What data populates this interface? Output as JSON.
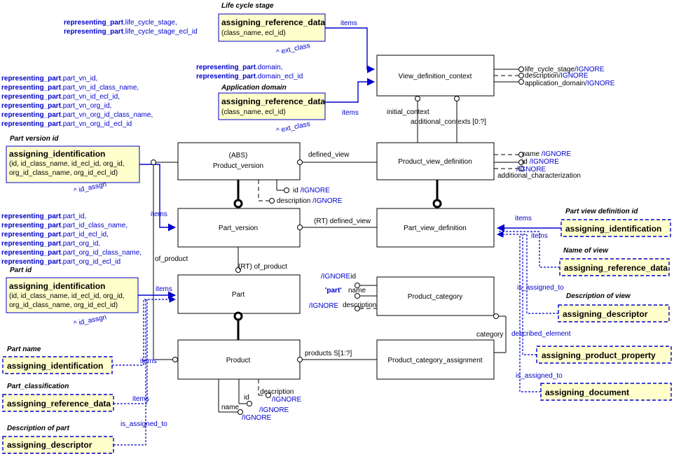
{
  "entities": {
    "view_definition_context": "View_definition_context",
    "product_version_abs": "(ABS)",
    "product_version": "Product_version",
    "product_view_definition": "Product_view_definition",
    "part_version": "Part_version",
    "part_view_definition": "Part_view_definition",
    "part": "Part",
    "product_category": "Product_category",
    "product": "Product",
    "product_category_assignment": "Product_category_assignment"
  },
  "templates": {
    "lcs": {
      "title": "assigning_reference_data",
      "params": "(class_name, ecl_id)",
      "label": "Life cycle stage"
    },
    "appdom": {
      "title": "assigning_reference_data",
      "params": "(class_name, ecl_id)",
      "label": "Application domain"
    },
    "pvid": {
      "title": "assigning_identification",
      "params1": "(id, id_class_name, id_ecl_id, org_id,",
      "params2": "org_id_class_name, org_id_ecl_id)",
      "label": "Part version id"
    },
    "pid": {
      "title": "assigning_identification",
      "params1": "(id, id_class_name, id_ecl_id, org_id,",
      "params2": "org_id_class_name, org_id_ecl_id)",
      "label": "Part id"
    },
    "pname": {
      "title": "assigning_identification",
      "label": "Part name"
    },
    "pclass": {
      "title": "assigning_reference_data",
      "label": "Part_classification"
    },
    "pdesc": {
      "title": "assigning_descriptor",
      "label": "Description of part"
    },
    "pvdid": {
      "title": "assigning_identification",
      "label": "Part view definition id"
    },
    "vname": {
      "title": "assigning_reference_data",
      "label": "Name of view"
    },
    "vdesc": {
      "title": "assigning_descriptor",
      "label": "Description of view"
    },
    "vprop": {
      "title": "assigning_product_property"
    },
    "vdoc": {
      "title": "assigning_document"
    }
  },
  "rep_lcs": [
    {
      "bold": "representing_part",
      "rest": ".life_cycle_stage,"
    },
    {
      "bold": "representing_part",
      "rest": ".life_cycle_stage_ecl_id"
    }
  ],
  "rep_dom": [
    {
      "bold": "representing_part",
      "rest": ".domain,"
    },
    {
      "bold": "representing_part",
      "rest": ".domain_ecl_id"
    }
  ],
  "rep_pv": [
    {
      "bold": "representing_part",
      "rest": ".part_vn_id,"
    },
    {
      "bold": "representing_part",
      "rest": ".part_vn_id_class_name,"
    },
    {
      "bold": "representing_part",
      "rest": ".part_vn_id_ecl_id,"
    },
    {
      "bold": "representing_part",
      "rest": ".part_vn_org_id,"
    },
    {
      "bold": "representing_part",
      "rest": ".part_vn_org_id_class_name,"
    },
    {
      "bold": "representing_part",
      "rest": ".part_vn_org_id_ecl_id"
    }
  ],
  "rep_p": [
    {
      "bold": "representing_part",
      "rest": ".part_id,"
    },
    {
      "bold": "representing_part",
      "rest": ".part_id_class_name,"
    },
    {
      "bold": "representing_part",
      "rest": ".part_id_ecl_id,"
    },
    {
      "bold": "representing_part",
      "rest": ".part_org_id,"
    },
    {
      "bold": "representing_part",
      "rest": ".part_org_id_class_name,"
    },
    {
      "bold": "representing_part",
      "rest": ".part_org_id_ecl_id"
    }
  ],
  "labels": {
    "items": "items",
    "ext_class": "^ ext_class",
    "id_assgn": "^ id_assgn",
    "life_cycle_stage": "life_cycle_stage",
    "description": "description",
    "application_domain": "application_domain",
    "ignore": "/IGNORE",
    "ignore_pre": "/IGNORE",
    "initial_context": "initial_context",
    "additional_contexts": "additional_contexts [0:?]",
    "defined_view": "defined_view",
    "rt_defined_view": "(RT) defined_view",
    "name": "name",
    "id": "id",
    "additional_characterization": "additional_characterization",
    "rt_of_product": "(RT) of_product",
    "of_product": "of_product",
    "part_quoted": "'part'",
    "category": "category",
    "products": "products S[1:?]",
    "is_assigned_to": "is_assigned_to",
    "described_element": "described_element"
  }
}
